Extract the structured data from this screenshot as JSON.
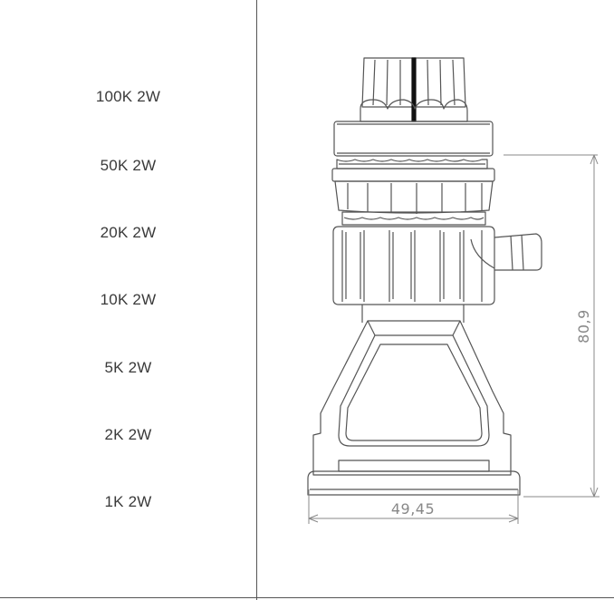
{
  "resistance_options": [
    {
      "label": "100K 2W"
    },
    {
      "label": "50K 2W"
    },
    {
      "label": "20K 2W"
    },
    {
      "label": "10K 2W"
    },
    {
      "label": "5K 2W"
    },
    {
      "label": "2K 2W"
    },
    {
      "label": "1K 2W"
    }
  ],
  "dimensions": {
    "height": "80,9",
    "width": "49,45"
  },
  "colors": {
    "line": "#555555",
    "dimension_line": "#888888",
    "background": "#ffffff"
  }
}
